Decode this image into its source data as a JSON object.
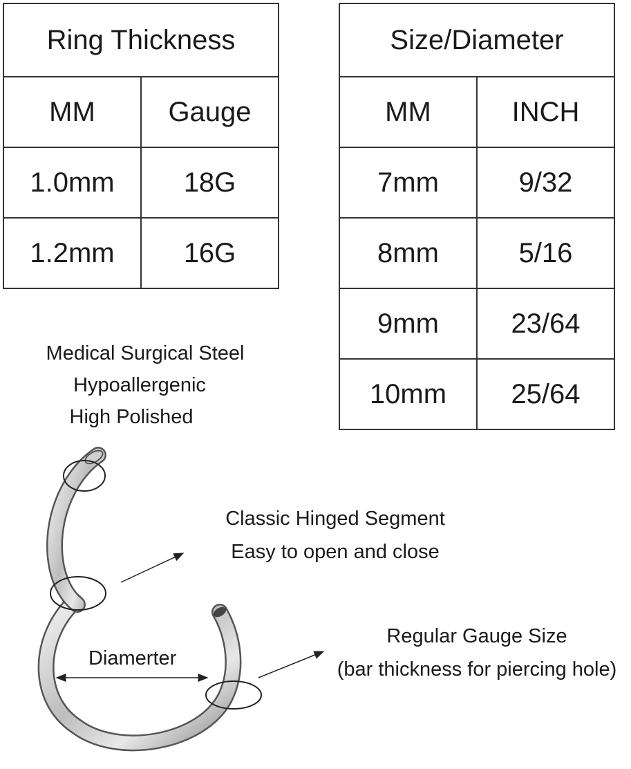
{
  "ring_thickness_table": {
    "title": "Ring Thickness",
    "headers": [
      "MM",
      "Gauge"
    ],
    "rows": [
      [
        "1.0mm",
        "18G"
      ],
      [
        "1.2mm",
        "16G"
      ]
    ]
  },
  "size_table": {
    "title": "Size/Diameter",
    "headers": [
      "MM",
      "INCH"
    ],
    "rows": [
      [
        "7mm",
        "9/32"
      ],
      [
        "8mm",
        "5/16"
      ],
      [
        "9mm",
        "23/64"
      ],
      [
        "10mm",
        "25/64"
      ]
    ]
  },
  "features": [
    "Medical Surgical Steel",
    "Hypoallergenic",
    "High Polished"
  ],
  "callouts": {
    "hinge": [
      "Classic Hinged Segment",
      "Easy to open and close"
    ],
    "gauge": [
      "Regular Gauge Size",
      "(bar thickness for piercing hole)"
    ],
    "diameter": "Diamerter"
  }
}
